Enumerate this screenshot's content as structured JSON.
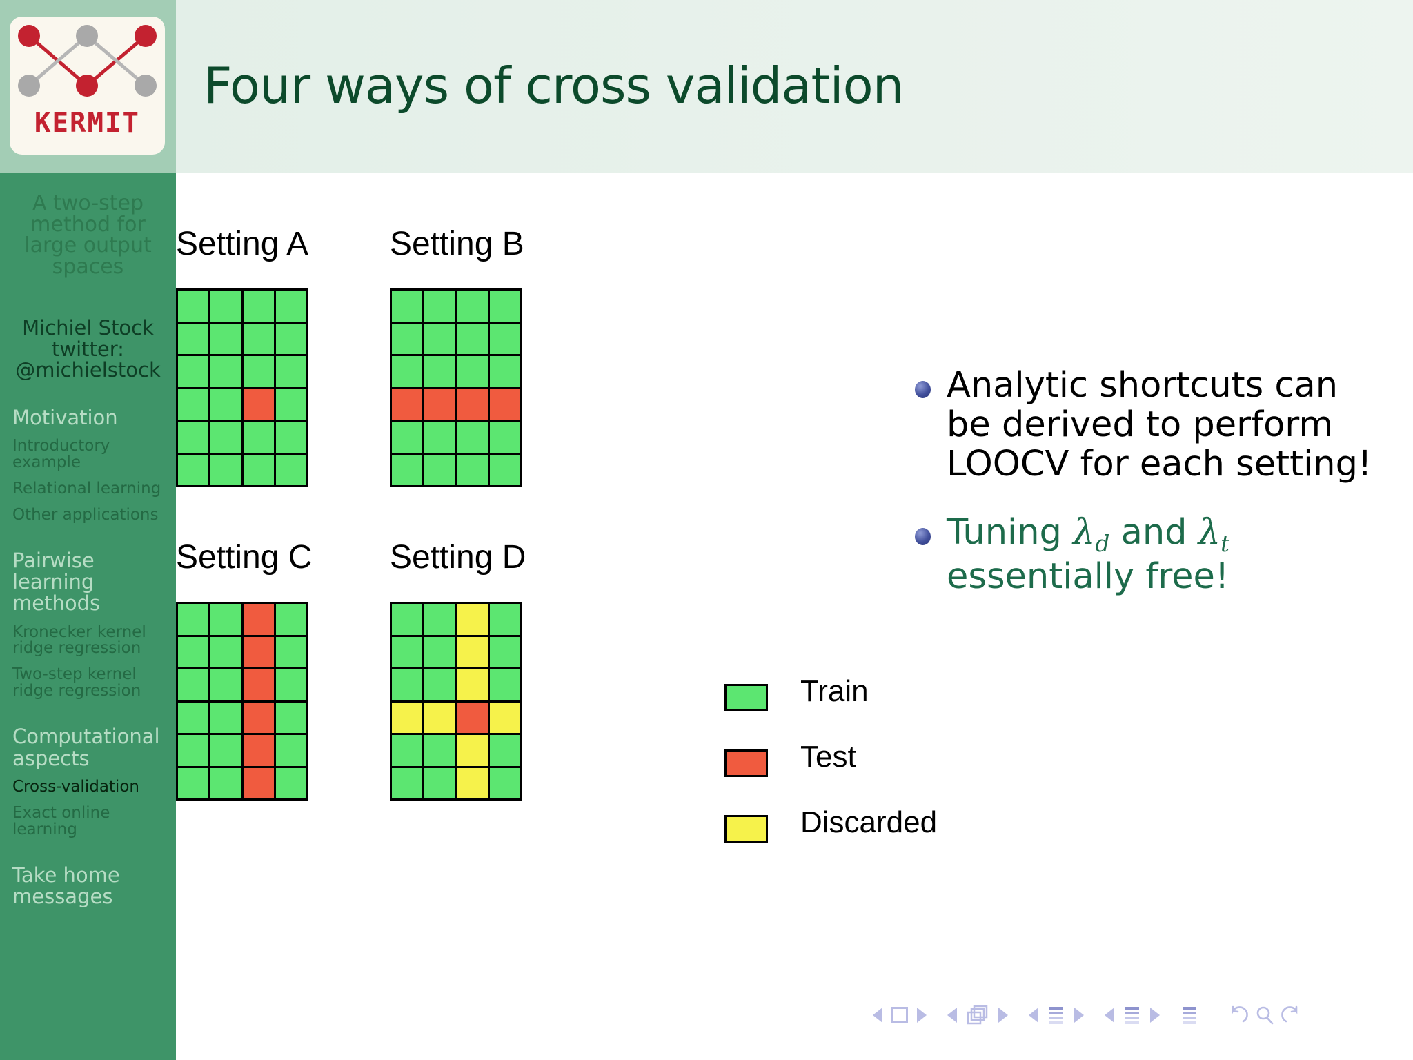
{
  "logo": {
    "word": "KERMIT",
    "node_colors": {
      "red": "#C32230",
      "grey": "#A9A9A9"
    }
  },
  "header": {
    "title": "Four ways of cross validation"
  },
  "sidebar": {
    "deck_title": "A two-step method for large output spaces",
    "author": "Michiel Stock twitter: @michielstock",
    "sections": [
      {
        "label": "Motivation",
        "active": false,
        "items": [
          {
            "label": "Introductory example",
            "active": false
          },
          {
            "label": "Relational learning",
            "active": false
          },
          {
            "label": "Other applications",
            "active": false
          }
        ]
      },
      {
        "label": "Pairwise learning methods",
        "active": false,
        "items": [
          {
            "label": "Kronecker kernel ridge regression",
            "active": false
          },
          {
            "label": "Two-step kernel ridge regression",
            "active": false
          }
        ]
      },
      {
        "label": "Computational aspects",
        "active": false,
        "items": [
          {
            "label": "Cross-validation",
            "active": true
          },
          {
            "label": "Exact online learning",
            "active": false
          }
        ]
      },
      {
        "label": "Take home messages",
        "active": false,
        "items": []
      }
    ]
  },
  "colors": {
    "train": "#5CE671",
    "test": "#F05B3F",
    "discarded": "#F6F24B",
    "grid_line": "#000000",
    "sidebar_bg": "#3E9468",
    "sidebar_head_bg": "#A3CDB5",
    "header_bg": "#E7F1EB",
    "title_green": "#0C4A2B",
    "accent_green": "#1D6B4B",
    "bullet_blue": "#42509C"
  },
  "settings": [
    {
      "name": "setting-a",
      "label": "Setting A",
      "rows": 6,
      "cols": 4,
      "cells": [
        [
          "train",
          "train",
          "train",
          "train"
        ],
        [
          "train",
          "train",
          "train",
          "train"
        ],
        [
          "train",
          "train",
          "train",
          "train"
        ],
        [
          "train",
          "train",
          "test",
          "train"
        ],
        [
          "train",
          "train",
          "train",
          "train"
        ],
        [
          "train",
          "train",
          "train",
          "train"
        ]
      ]
    },
    {
      "name": "setting-b",
      "label": "Setting B",
      "rows": 6,
      "cols": 4,
      "cells": [
        [
          "train",
          "train",
          "train",
          "train"
        ],
        [
          "train",
          "train",
          "train",
          "train"
        ],
        [
          "train",
          "train",
          "train",
          "train"
        ],
        [
          "test",
          "test",
          "test",
          "test"
        ],
        [
          "train",
          "train",
          "train",
          "train"
        ],
        [
          "train",
          "train",
          "train",
          "train"
        ]
      ]
    },
    {
      "name": "setting-c",
      "label": "Setting C",
      "rows": 6,
      "cols": 4,
      "cells": [
        [
          "train",
          "train",
          "test",
          "train"
        ],
        [
          "train",
          "train",
          "test",
          "train"
        ],
        [
          "train",
          "train",
          "test",
          "train"
        ],
        [
          "train",
          "train",
          "test",
          "train"
        ],
        [
          "train",
          "train",
          "test",
          "train"
        ],
        [
          "train",
          "train",
          "test",
          "train"
        ]
      ]
    },
    {
      "name": "setting-d",
      "label": "Setting D",
      "rows": 6,
      "cols": 4,
      "cells": [
        [
          "train",
          "train",
          "discarded",
          "train"
        ],
        [
          "train",
          "train",
          "discarded",
          "train"
        ],
        [
          "train",
          "train",
          "discarded",
          "train"
        ],
        [
          "discarded",
          "discarded",
          "test",
          "discarded"
        ],
        [
          "train",
          "train",
          "discarded",
          "train"
        ],
        [
          "train",
          "train",
          "discarded",
          "train"
        ]
      ]
    }
  ],
  "legend": [
    {
      "name": "train",
      "label": "Train",
      "color": "#5CE671"
    },
    {
      "name": "test",
      "label": "Test",
      "color": "#F05B3F"
    },
    {
      "name": "discarded",
      "label": "Discarded",
      "color": "#F6F24B"
    }
  ],
  "bullets": [
    {
      "text": "Analytic shortcuts can be derived to perform LOOCV for each setting!",
      "style": "plain"
    },
    {
      "text": "Tuning λd and λt essentially free!",
      "style": "green",
      "parts": [
        "Tuning ",
        "λ",
        "d",
        " and ",
        "λ",
        "t",
        " essentially free!"
      ]
    }
  ],
  "navicons": [
    {
      "name": "first-frame-nav",
      "glyph": "square"
    },
    {
      "name": "frame-nav",
      "glyph": "stack"
    },
    {
      "name": "subsection-nav",
      "glyph": "lines"
    },
    {
      "name": "section-nav",
      "glyph": "lines"
    },
    {
      "name": "toc-nav",
      "glyph": "lines"
    },
    {
      "name": "back-nav",
      "glyph": "undo"
    },
    {
      "name": "search-nav",
      "glyph": "magnifier"
    },
    {
      "name": "forward-nav",
      "glyph": "redo"
    }
  ]
}
